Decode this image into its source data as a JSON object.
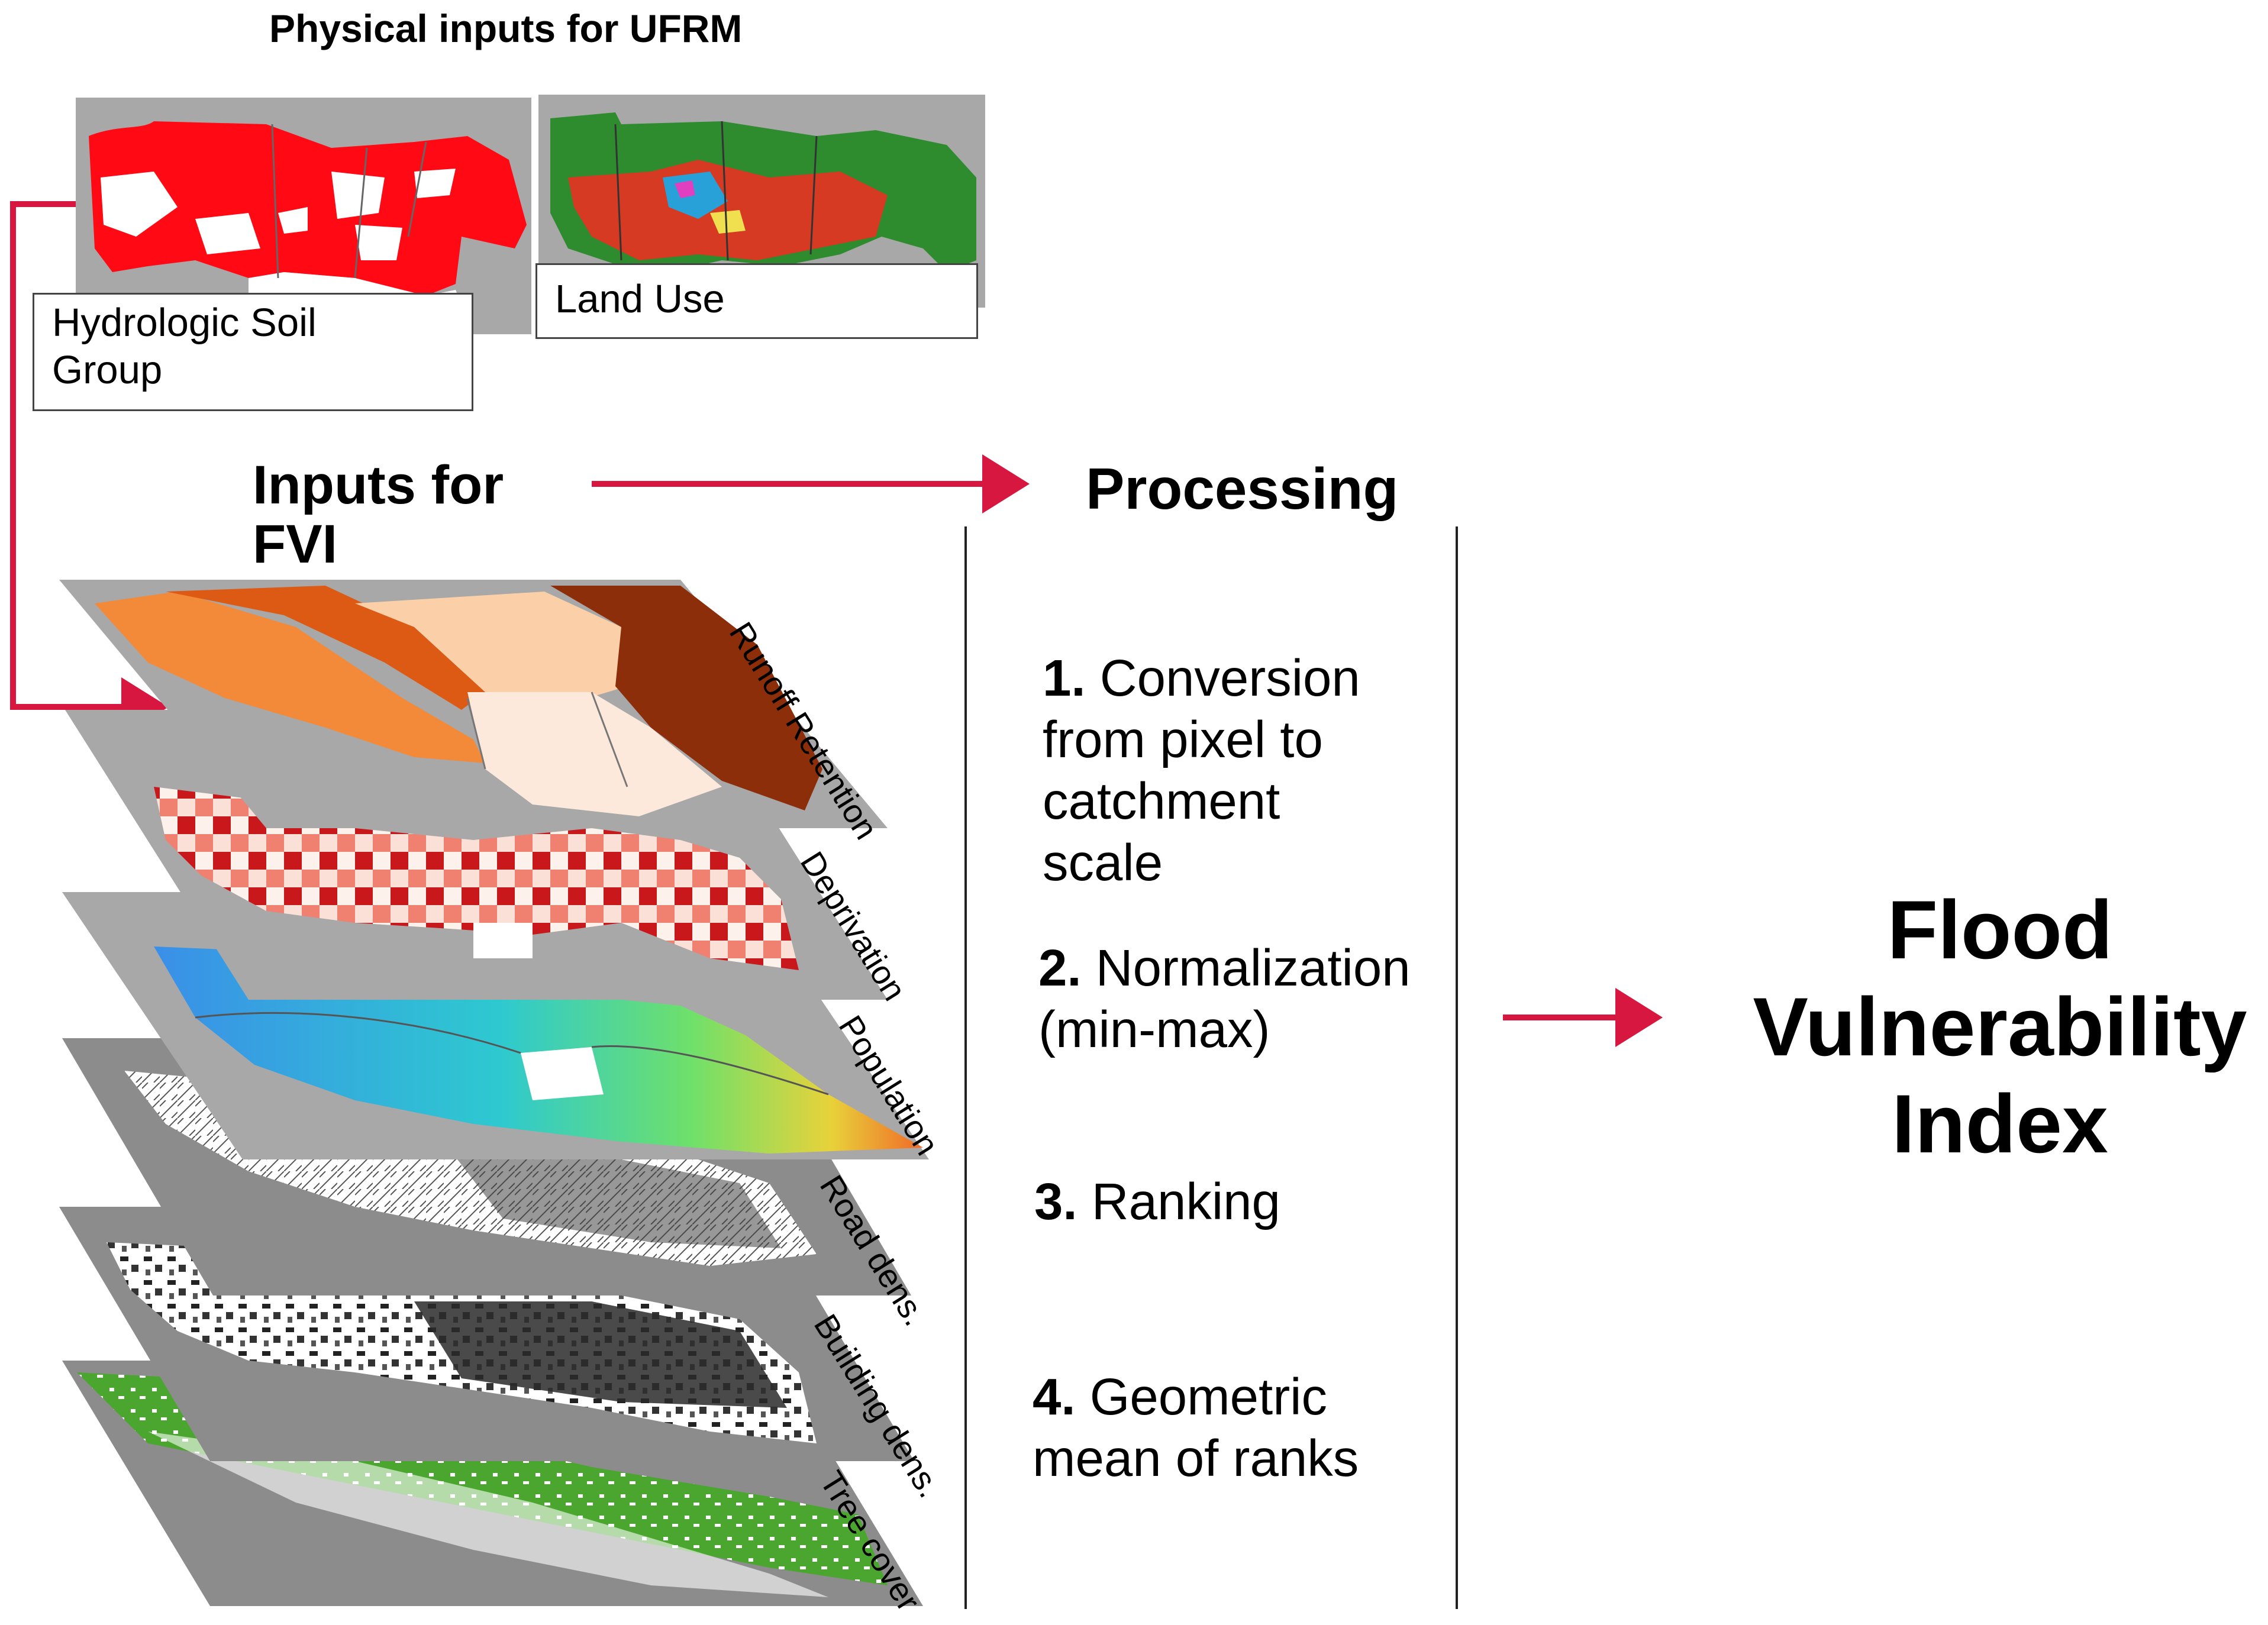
{
  "physical_inputs": {
    "title": "Physical inputs for UFRM",
    "maps": [
      {
        "label_line1": "Hydrologic Soil",
        "label_line2": "Group"
      },
      {
        "label": "Land Use"
      }
    ]
  },
  "fvi_inputs": {
    "title_line1": "Inputs for",
    "title_line2": "FVI",
    "layers": [
      {
        "label": "Runoff Retention"
      },
      {
        "label": "Deprivation"
      },
      {
        "label": "Population"
      },
      {
        "label": "Road dens."
      },
      {
        "label": "Building dens."
      },
      {
        "label": "Tree cover"
      }
    ]
  },
  "processing": {
    "title": "Processing",
    "steps": [
      {
        "num": "1.",
        "lines": [
          "Conversion",
          "from pixel to",
          "catchment",
          "scale"
        ]
      },
      {
        "num": "2.",
        "lines": [
          "Normalization",
          "(min-max)"
        ]
      },
      {
        "num": "3.",
        "lines": [
          "Ranking"
        ]
      },
      {
        "num": "4.",
        "lines": [
          "Geometric",
          "mean of ranks"
        ]
      }
    ]
  },
  "output": {
    "lines": [
      "Flood",
      "Vulnerability",
      "Index"
    ]
  },
  "colors": {
    "arrow": "#d7173f",
    "map_background": "#a8a8a8",
    "soil_red": "#ff0a14",
    "land_green": "#2e8b2e",
    "tree_green": "#4aa62e"
  }
}
